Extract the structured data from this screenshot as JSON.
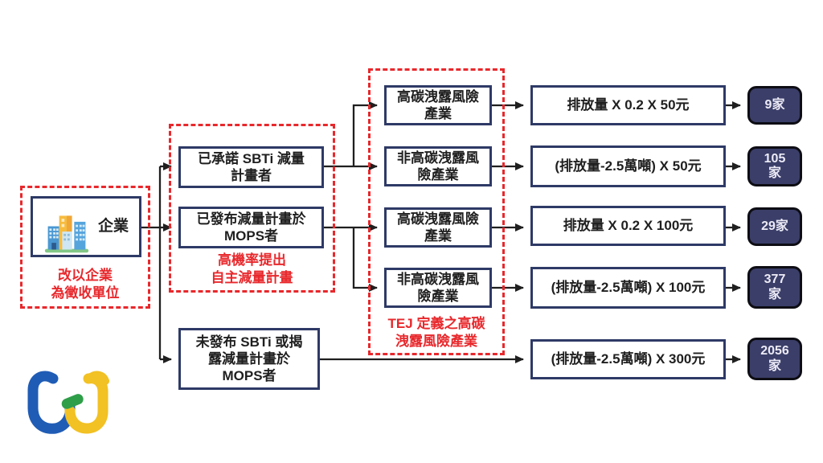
{
  "palette": {
    "frame_red": "#e8282c",
    "node_border_navy": "#2e3a66",
    "badge_fill_navy": "#3a3e68",
    "badge_text": "#eceaf6",
    "connector_black": "#1f1f1f",
    "logo_blue": "#1f5cb5",
    "logo_yellow": "#f2c123",
    "logo_green": "#2e9e49"
  },
  "entity": {
    "label": "企業",
    "caption": "改以企業\n為徵收單位"
  },
  "plan_group": {
    "nodes": [
      {
        "label": "已承諾 SBTi 減量\n計畫者"
      },
      {
        "label": "已發布減量計畫於\nMOPS者"
      }
    ],
    "caption": "高機率提出\n自主減量計畫"
  },
  "no_plan_node": {
    "label": "未發布 SBTi 或揭\n露減量計畫於\nMOPS者"
  },
  "industry_group": {
    "nodes": [
      {
        "label": "高碳洩露風險\n產業"
      },
      {
        "label": "非高碳洩露風\n險產業"
      },
      {
        "label": "高碳洩露風險\n產業"
      },
      {
        "label": "非高碳洩露風\n險產業"
      }
    ],
    "caption": "TEJ 定義之高碳\n洩露風險產業"
  },
  "formulas": [
    {
      "label": "排放量 X 0.2 X 50元"
    },
    {
      "label": "(排放量-2.5萬噸) X 50元"
    },
    {
      "label": "排放量 X 0.2 X 100元"
    },
    {
      "label": "(排放量-2.5萬噸) X 100元"
    },
    {
      "label": "(排放量-2.5萬噸) X 300元"
    }
  ],
  "counts": [
    {
      "label": "9家"
    },
    {
      "label": "105\n家"
    },
    {
      "label": "29家"
    },
    {
      "label": "377\n家"
    },
    {
      "label": "2056\n家"
    }
  ],
  "logo": {
    "name": "TEJ"
  }
}
